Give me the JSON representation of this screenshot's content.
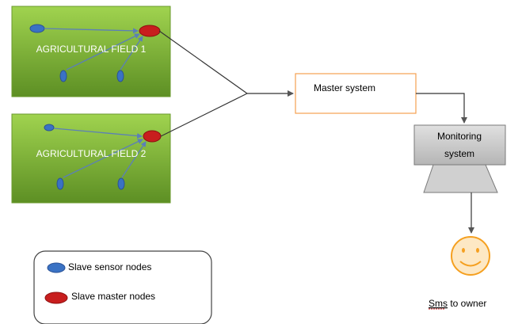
{
  "fields": [
    {
      "label": "AGRICULTURAL FIELD 1"
    },
    {
      "label": "AGRICULTURAL FIELD 2"
    }
  ],
  "master": {
    "label": "Master system"
  },
  "monitoring": {
    "line1": "Monitoring",
    "line2": "system"
  },
  "sms": {
    "word1": "Sms",
    "rest": " to owner"
  },
  "legend": {
    "sensor_label": "Slave sensor nodes",
    "master_label": "Slave master nodes"
  },
  "colors": {
    "field_light": "#8ec63f",
    "field_dark": "#5d8f24",
    "sensor_node": "#3a72c4",
    "master_node": "#c81e1e",
    "master_box_border": "#f5a050",
    "monitor_top": "#c4c4c4",
    "monitor_bottom": "#d8d8d8",
    "smiley_fill": "#fde8c4",
    "smiley_stroke": "#f5a020",
    "arrow": "#555555"
  },
  "icons": {
    "smiley": "smiley-face-icon",
    "sensor": "blue-ellipse-node",
    "master": "red-ellipse-node"
  }
}
